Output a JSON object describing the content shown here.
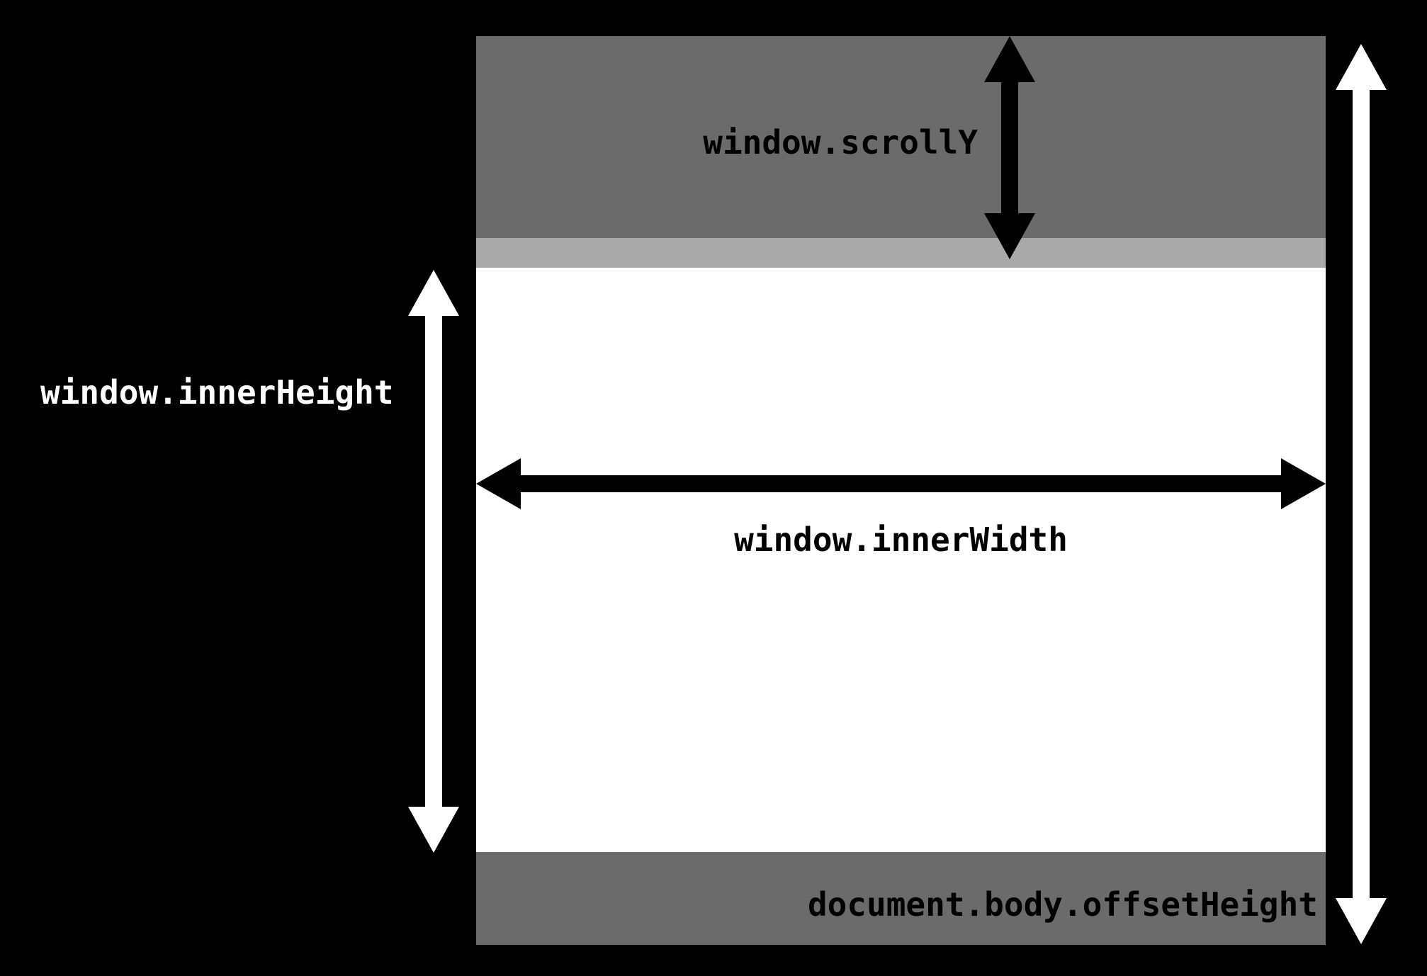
{
  "diagram": {
    "title": "browser viewport and scroll metrics diagram",
    "labels": {
      "scroll_y": "window.scrollY",
      "inner_height": "window.innerHeight",
      "inner_width": "window.innerWidth",
      "offset_height": "document.body.offsetHeight"
    },
    "regions": {
      "scrolled_content": "content scrolled above the viewport",
      "scrollbar_strip": "thin light strip under scrolled content",
      "viewport": "visible viewport area",
      "below_viewport": "content below the viewport"
    },
    "colors": {
      "background": "#000000",
      "scrolled_band": "#6b6b6b",
      "scrollbar_strip": "#a9a9a9",
      "viewport": "#ffffff",
      "below_band": "#6b6b6b",
      "dark_arrow": "#000000",
      "light_arrow": "#ffffff",
      "dark_text": "#000000",
      "light_text": "#ffffff"
    }
  }
}
